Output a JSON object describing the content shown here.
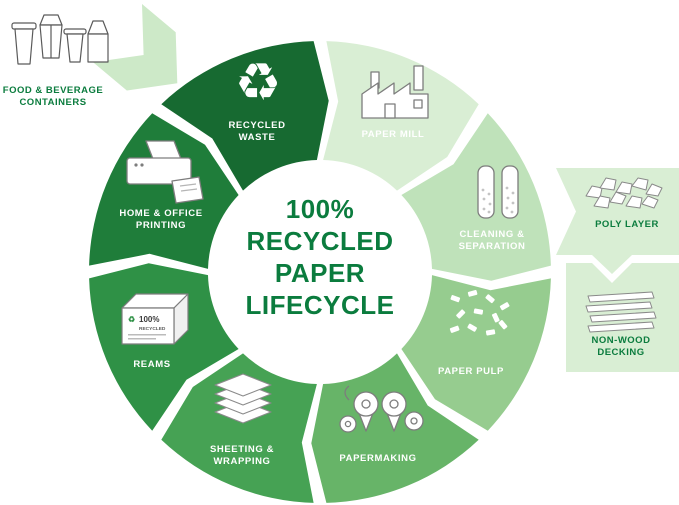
{
  "center": {
    "lines": [
      "100%",
      "RECYCLED",
      "PAPER",
      "LIFECYCLE"
    ],
    "color": "#0b7c3e"
  },
  "colors": {
    "band": "#d9eed4",
    "inflow_arrow": "#cde9c8",
    "dark_text": "#0b7c3e"
  },
  "icons": {
    "recycle": "♻"
  },
  "wheel": {
    "segments": [
      {
        "name": "recycled-waste",
        "color": "#176a31",
        "lines": [
          "RECYCLED",
          "WASTE"
        ]
      },
      {
        "name": "paper-mill",
        "color": "#d9eed4",
        "lines": [
          "PAPER MILL"
        ]
      },
      {
        "name": "cleaning-separation",
        "color": "#bfe2ba",
        "lines": [
          "CLEANING &",
          "SEPARATION"
        ]
      },
      {
        "name": "paper-pulp",
        "color": "#96cc8f",
        "lines": [
          "PAPER PULP"
        ]
      },
      {
        "name": "papermaking",
        "color": "#67b468",
        "lines": [
          "PAPERMAKING"
        ]
      },
      {
        "name": "sheeting-wrapping",
        "color": "#46a254",
        "lines": [
          "SHEETING &",
          "WRAPPING"
        ]
      },
      {
        "name": "reams",
        "color": "#2f9146",
        "lines": [
          "REAMS"
        ]
      },
      {
        "name": "home-office-printing",
        "color": "#1f7d3a",
        "lines": [
          "HOME & OFFICE",
          "PRINTING"
        ]
      }
    ]
  },
  "external": {
    "food_beverage": {
      "lines": [
        "FOOD & BEVERAGE",
        "CONTAINERS"
      ]
    },
    "poly_layer": {
      "label": "POLY LAYER"
    },
    "non_wood_decking": {
      "lines": [
        "NON-WOOD",
        "DECKING"
      ]
    }
  },
  "ream_box": {
    "line1": "100%",
    "line2": "RECYCLED"
  }
}
